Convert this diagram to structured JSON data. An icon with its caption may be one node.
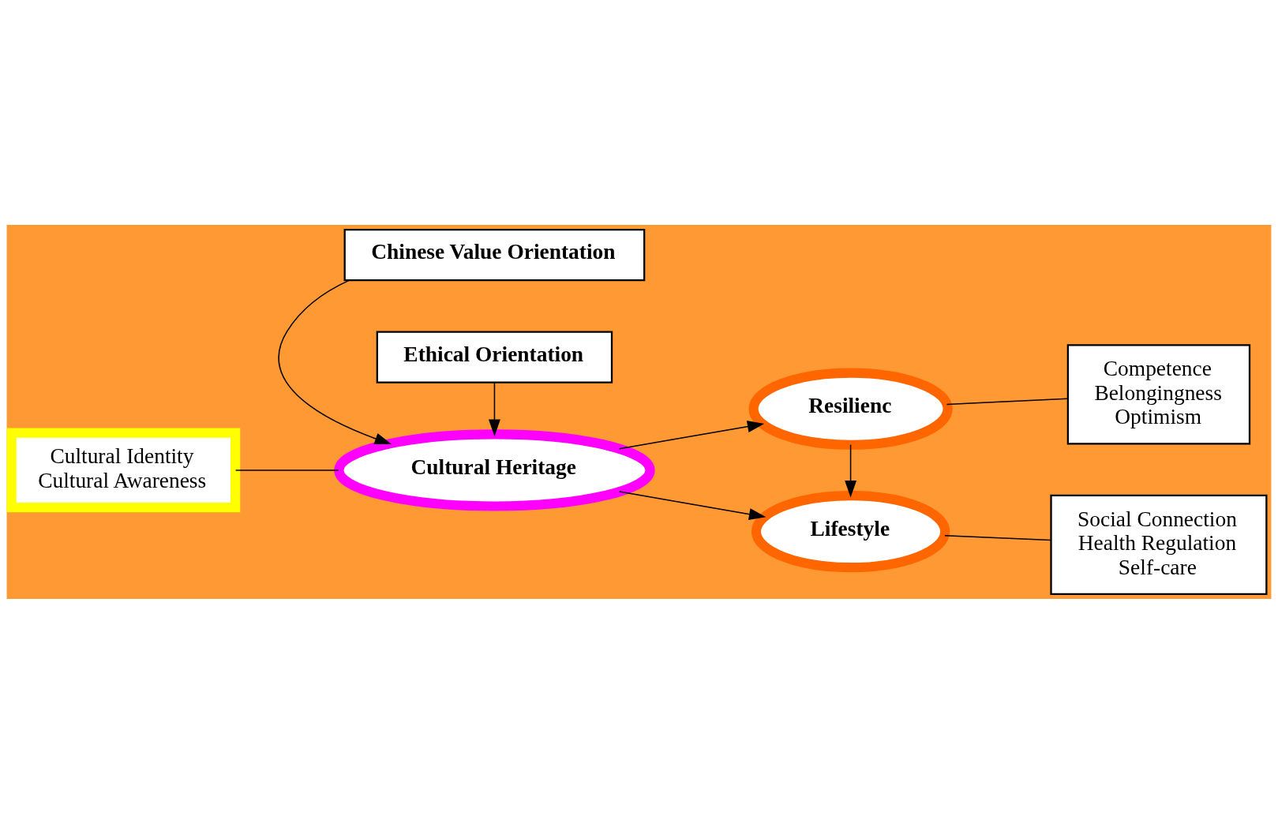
{
  "diagram": {
    "nodes": [
      {
        "text": [
          "Chinese Value Orientation"
        ]
      },
      {
        "text": [
          "Cultural Identity",
          "Cultural Awareness"
        ]
      },
      {
        "text": [
          "Cultural Heritage"
        ]
      },
      {
        "text": [
          "Ethical Orientation"
        ]
      },
      {
        "text": [
          "Competence",
          "Belongingness",
          "Optimism"
        ]
      },
      {
        "text": [
          "Resilienc"
        ]
      },
      {
        "text": [
          "Lifestyle"
        ]
      },
      {
        "text": [
          "Social Connection",
          "Health Regulation",
          "Self-care"
        ]
      }
    ],
    "edges": [
      {
        "from": 0,
        "to": 2,
        "arrow": "to"
      },
      {
        "from": 1,
        "to": 2,
        "arrow": "none"
      },
      {
        "from": 3,
        "to": 2,
        "arrow": "to"
      },
      {
        "from": 2,
        "to": 5,
        "arrow": "to"
      },
      {
        "from": 2,
        "to": 6,
        "arrow": "to"
      },
      {
        "from": 4,
        "to": 5,
        "arrow": "none"
      },
      {
        "from": 5,
        "to": 6,
        "arrow": "to"
      },
      {
        "from": 6,
        "to": 7,
        "arrow": "none"
      }
    ]
  }
}
